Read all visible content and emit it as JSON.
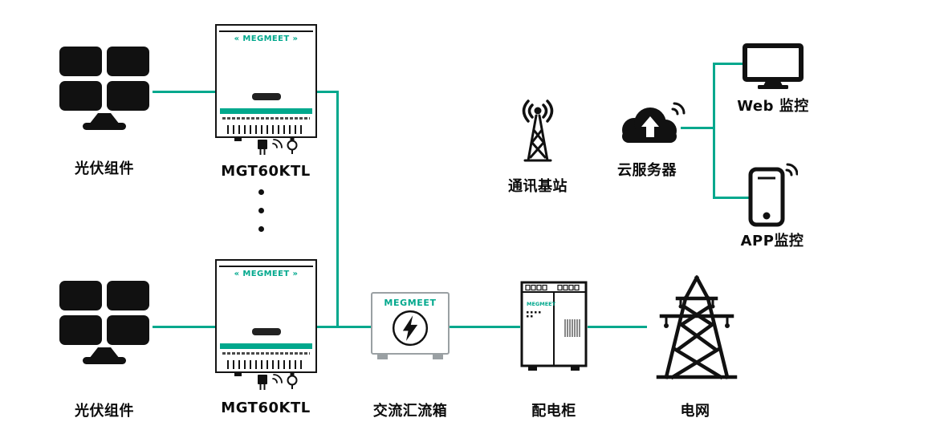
{
  "diagram": {
    "accent_color": "#00a88d",
    "brand": "MEGMEET",
    "brand_logo": "« MEGMEET »",
    "nodes": {
      "pv_top": {
        "label": "光伏组件"
      },
      "inverter_top": {
        "label": "MGT60KTL"
      },
      "pv_bottom": {
        "label": "光伏组件"
      },
      "inverter_bottom": {
        "label": "MGT60KTL"
      },
      "combiner": {
        "label": "交流汇流箱"
      },
      "cabinet": {
        "label": "配电柜"
      },
      "grid": {
        "label": "电网"
      },
      "base_station": {
        "label": "通讯基站"
      },
      "cloud_server": {
        "label": "云服务器"
      },
      "web_monitor": {
        "label": "Web 监控"
      },
      "app_monitor": {
        "label": "APP监控"
      }
    }
  }
}
